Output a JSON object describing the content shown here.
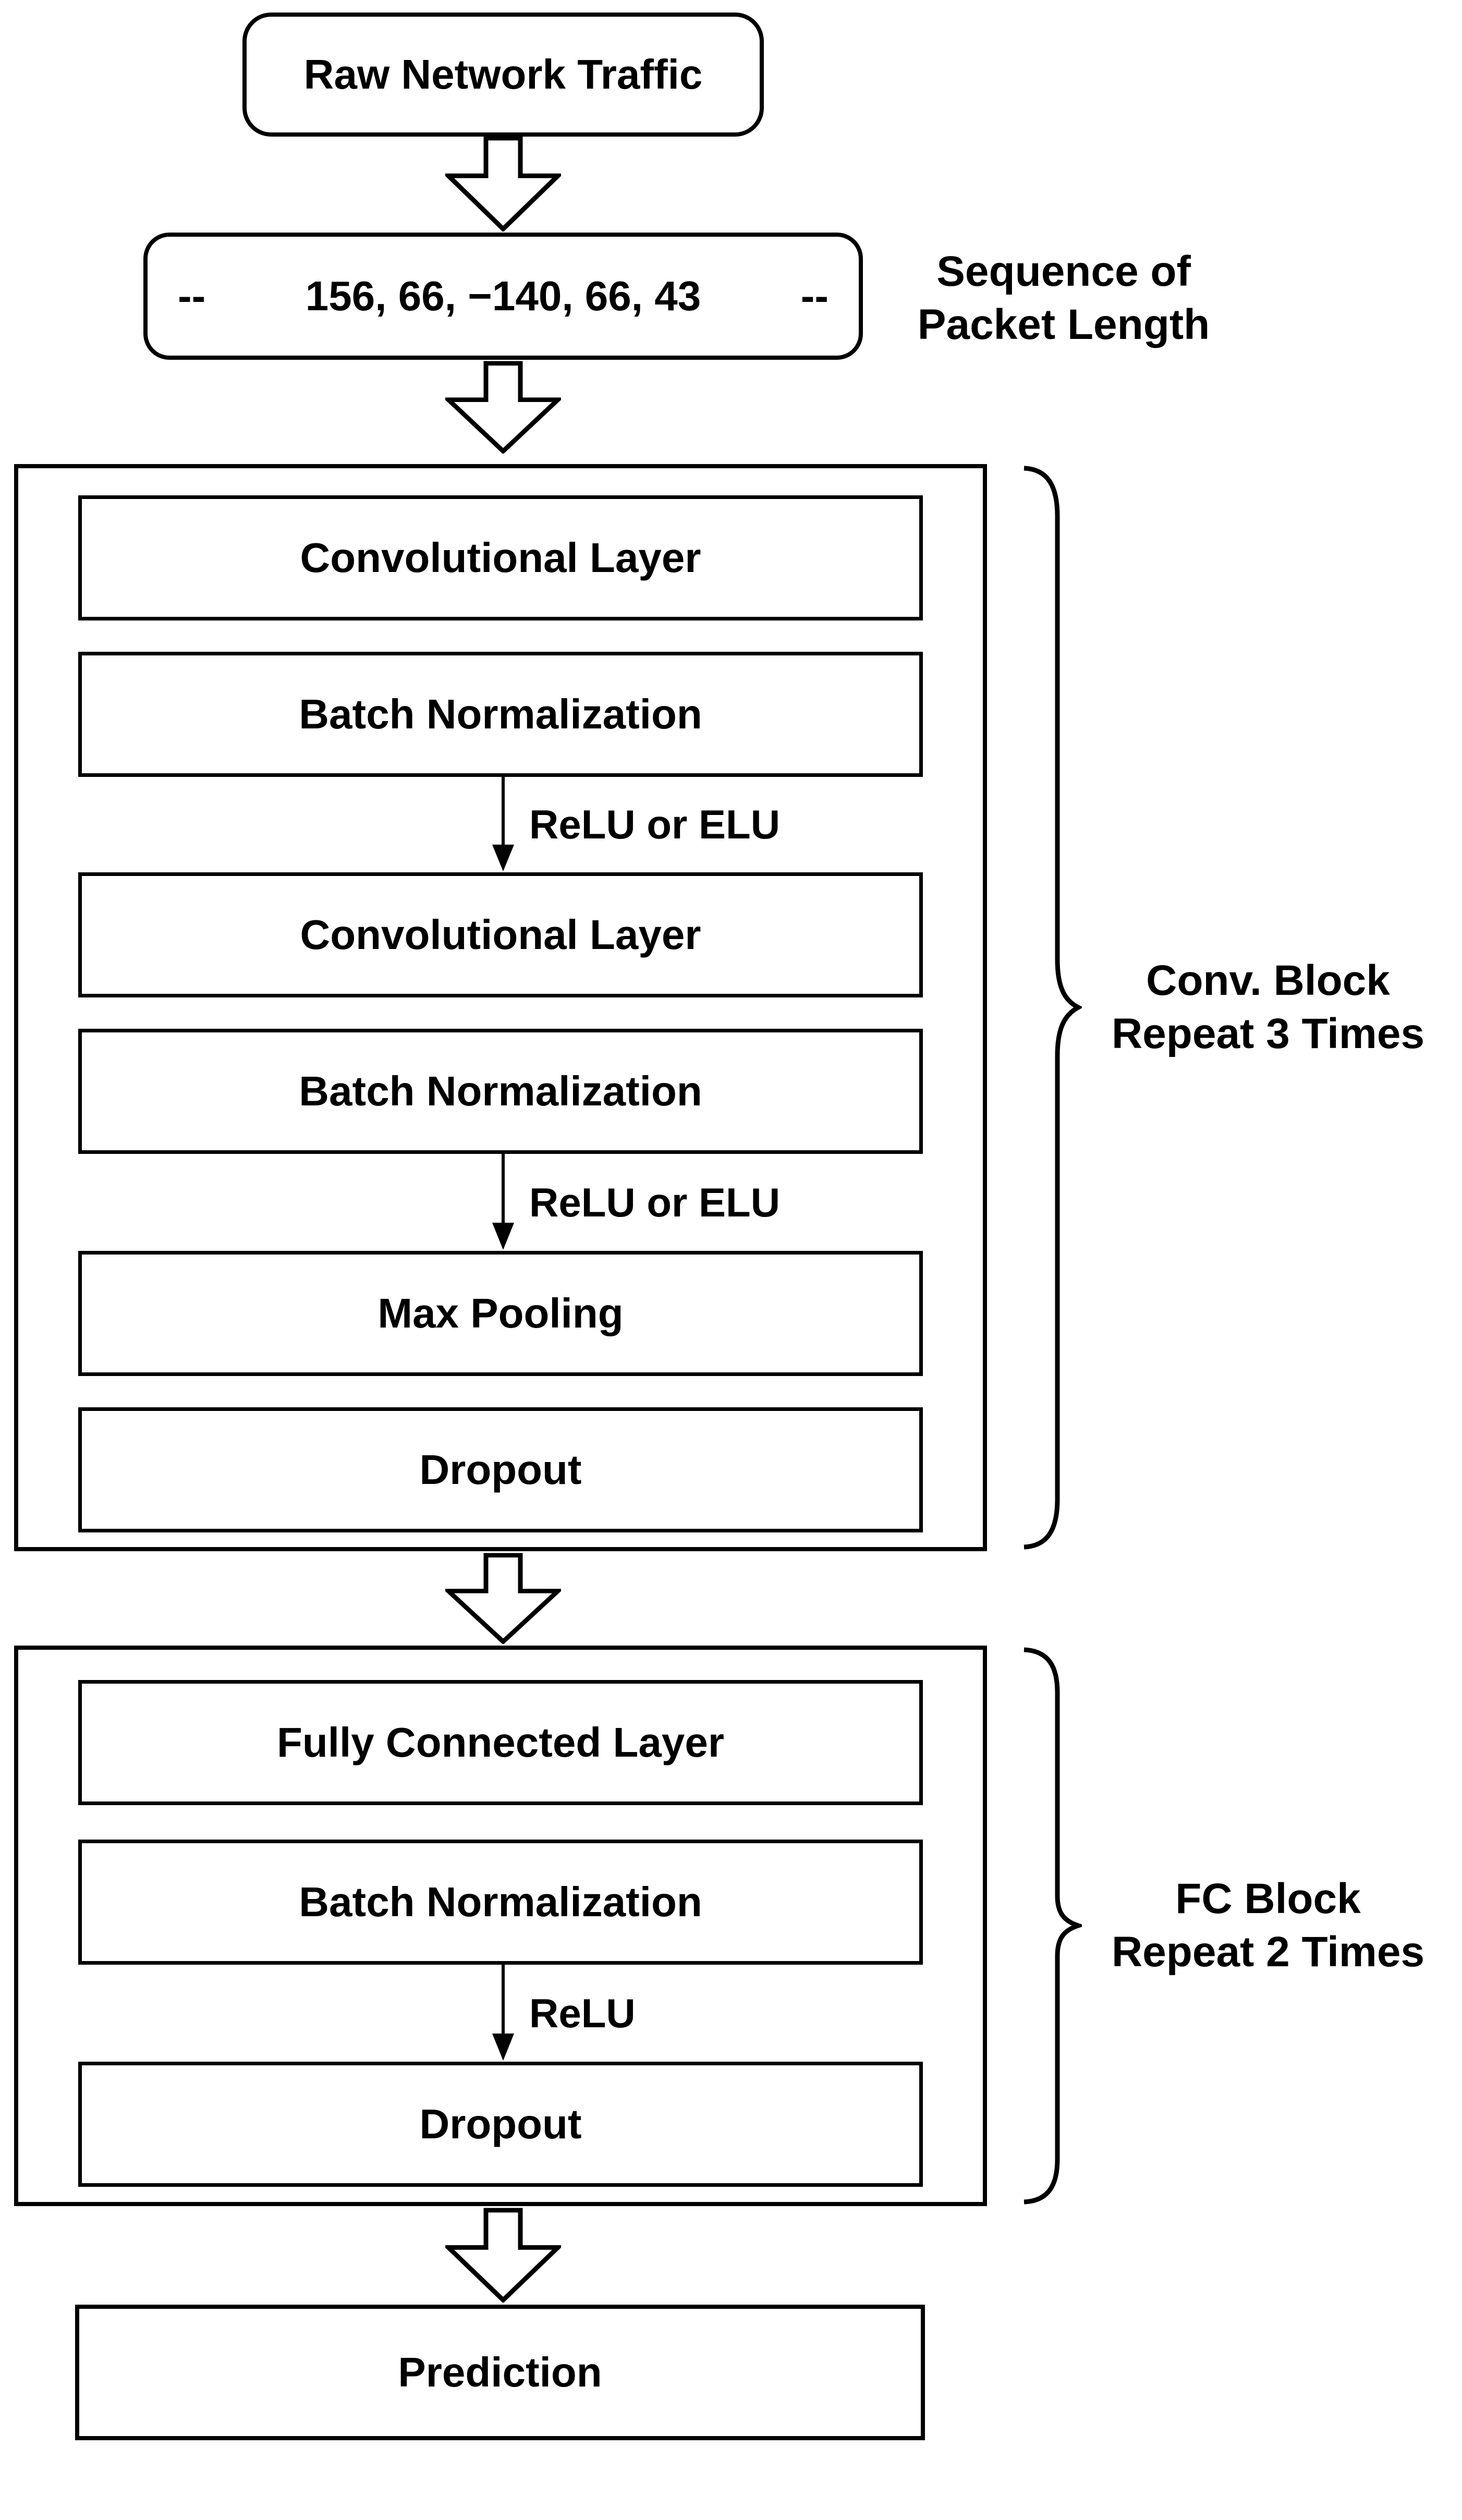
{
  "diagram": {
    "input_box": {
      "label": "Raw Network Traffic"
    },
    "sequence_box": {
      "left_dashes": "--",
      "values": "156, 66, −140, 66, 43",
      "right_dashes": "--"
    },
    "sequence_annotation": {
      "line1": "Sequence of",
      "line2": "Packet Length"
    },
    "conv_block": {
      "layers": [
        "Convolutional Layer",
        "Batch Normalization",
        "Convolutional Layer",
        "Batch Normalization",
        "Max Pooling",
        "Dropout"
      ],
      "activations": [
        "ReLU or ELU",
        "ReLU or ELU"
      ],
      "brace_label": {
        "line1": "Conv. Block",
        "line2": "Repeat 3 Times"
      }
    },
    "fc_block": {
      "layers": [
        "Fully Connected Layer",
        "Batch Normalization",
        "Dropout"
      ],
      "activations": [
        "ReLU"
      ],
      "brace_label": {
        "line1": "FC Block",
        "line2": "Repeat 2 Times"
      }
    },
    "output_box": {
      "label": "Prediction"
    },
    "colors": {
      "ink": "#000000",
      "background": "#ffffff"
    }
  }
}
